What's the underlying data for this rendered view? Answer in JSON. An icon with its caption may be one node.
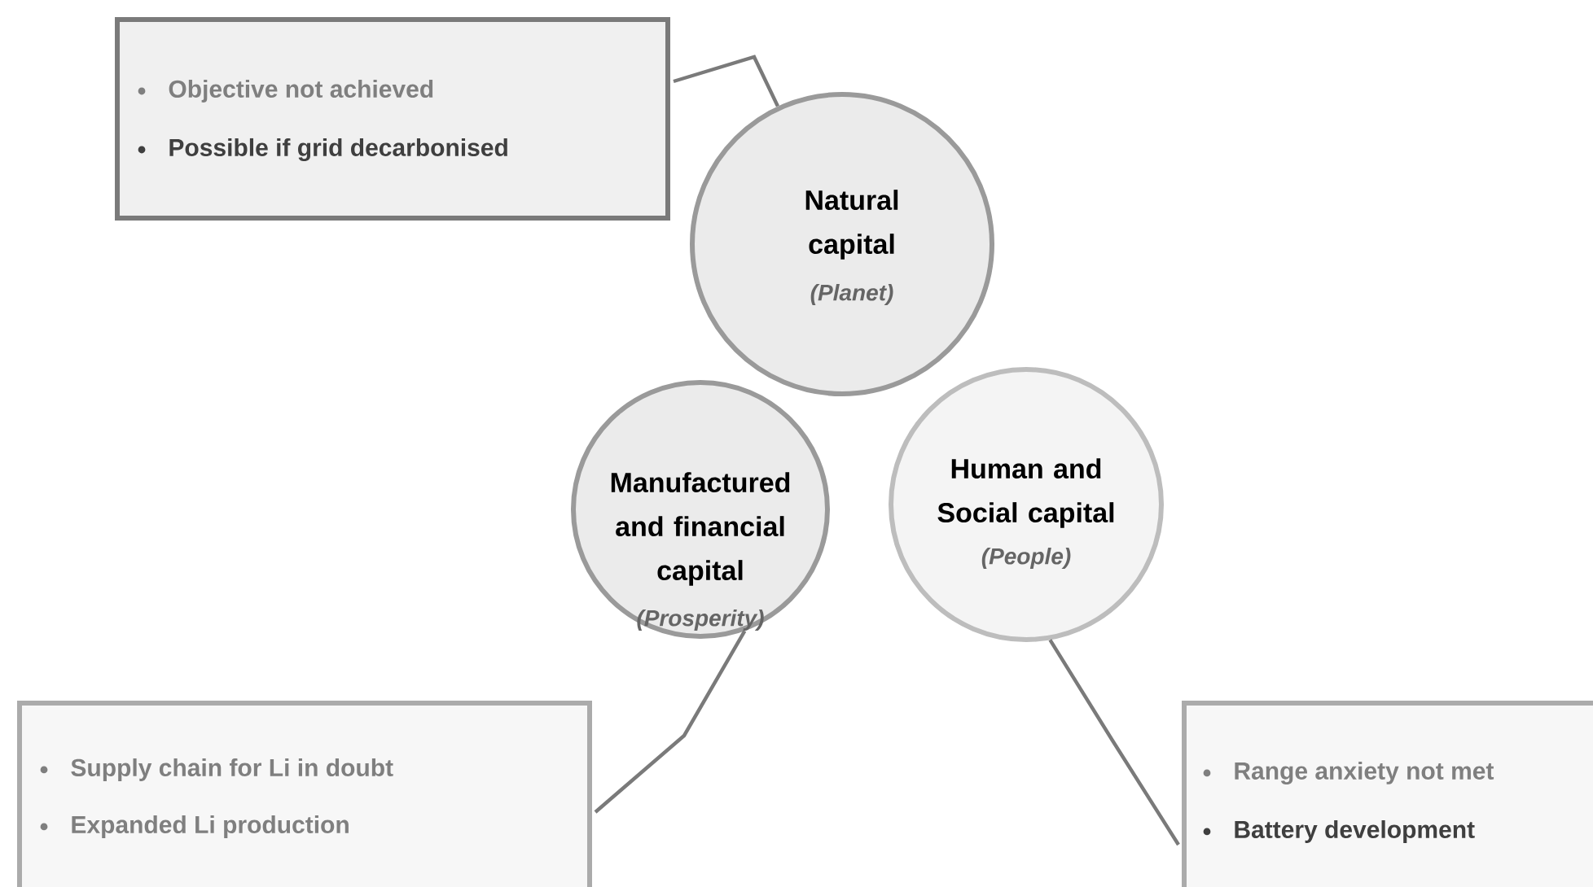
{
  "diagram": {
    "nodes": [
      {
        "text": [
          "Objective not achieved",
          "Possible if grid decarbonised"
        ]
      },
      {
        "text": [
          "Natural capital",
          "(Planet)"
        ]
      },
      {
        "text": [
          "Manufactured and financial capital",
          "(Prosperity)"
        ]
      },
      {
        "text": [
          "Human and Social capital",
          "(People)"
        ]
      },
      {
        "text": [
          "Supply chain for Li  in doubt",
          "Expanded Li production"
        ]
      },
      {
        "text": [
          "Range anxiety not met",
          "Battery development"
        ]
      }
    ],
    "edges": [
      {
        "from": 0,
        "to": 1,
        "arrow": "none"
      },
      {
        "from": 4,
        "to": 2,
        "arrow": "none"
      },
      {
        "from": 5,
        "to": 3,
        "arrow": "none"
      }
    ]
  }
}
